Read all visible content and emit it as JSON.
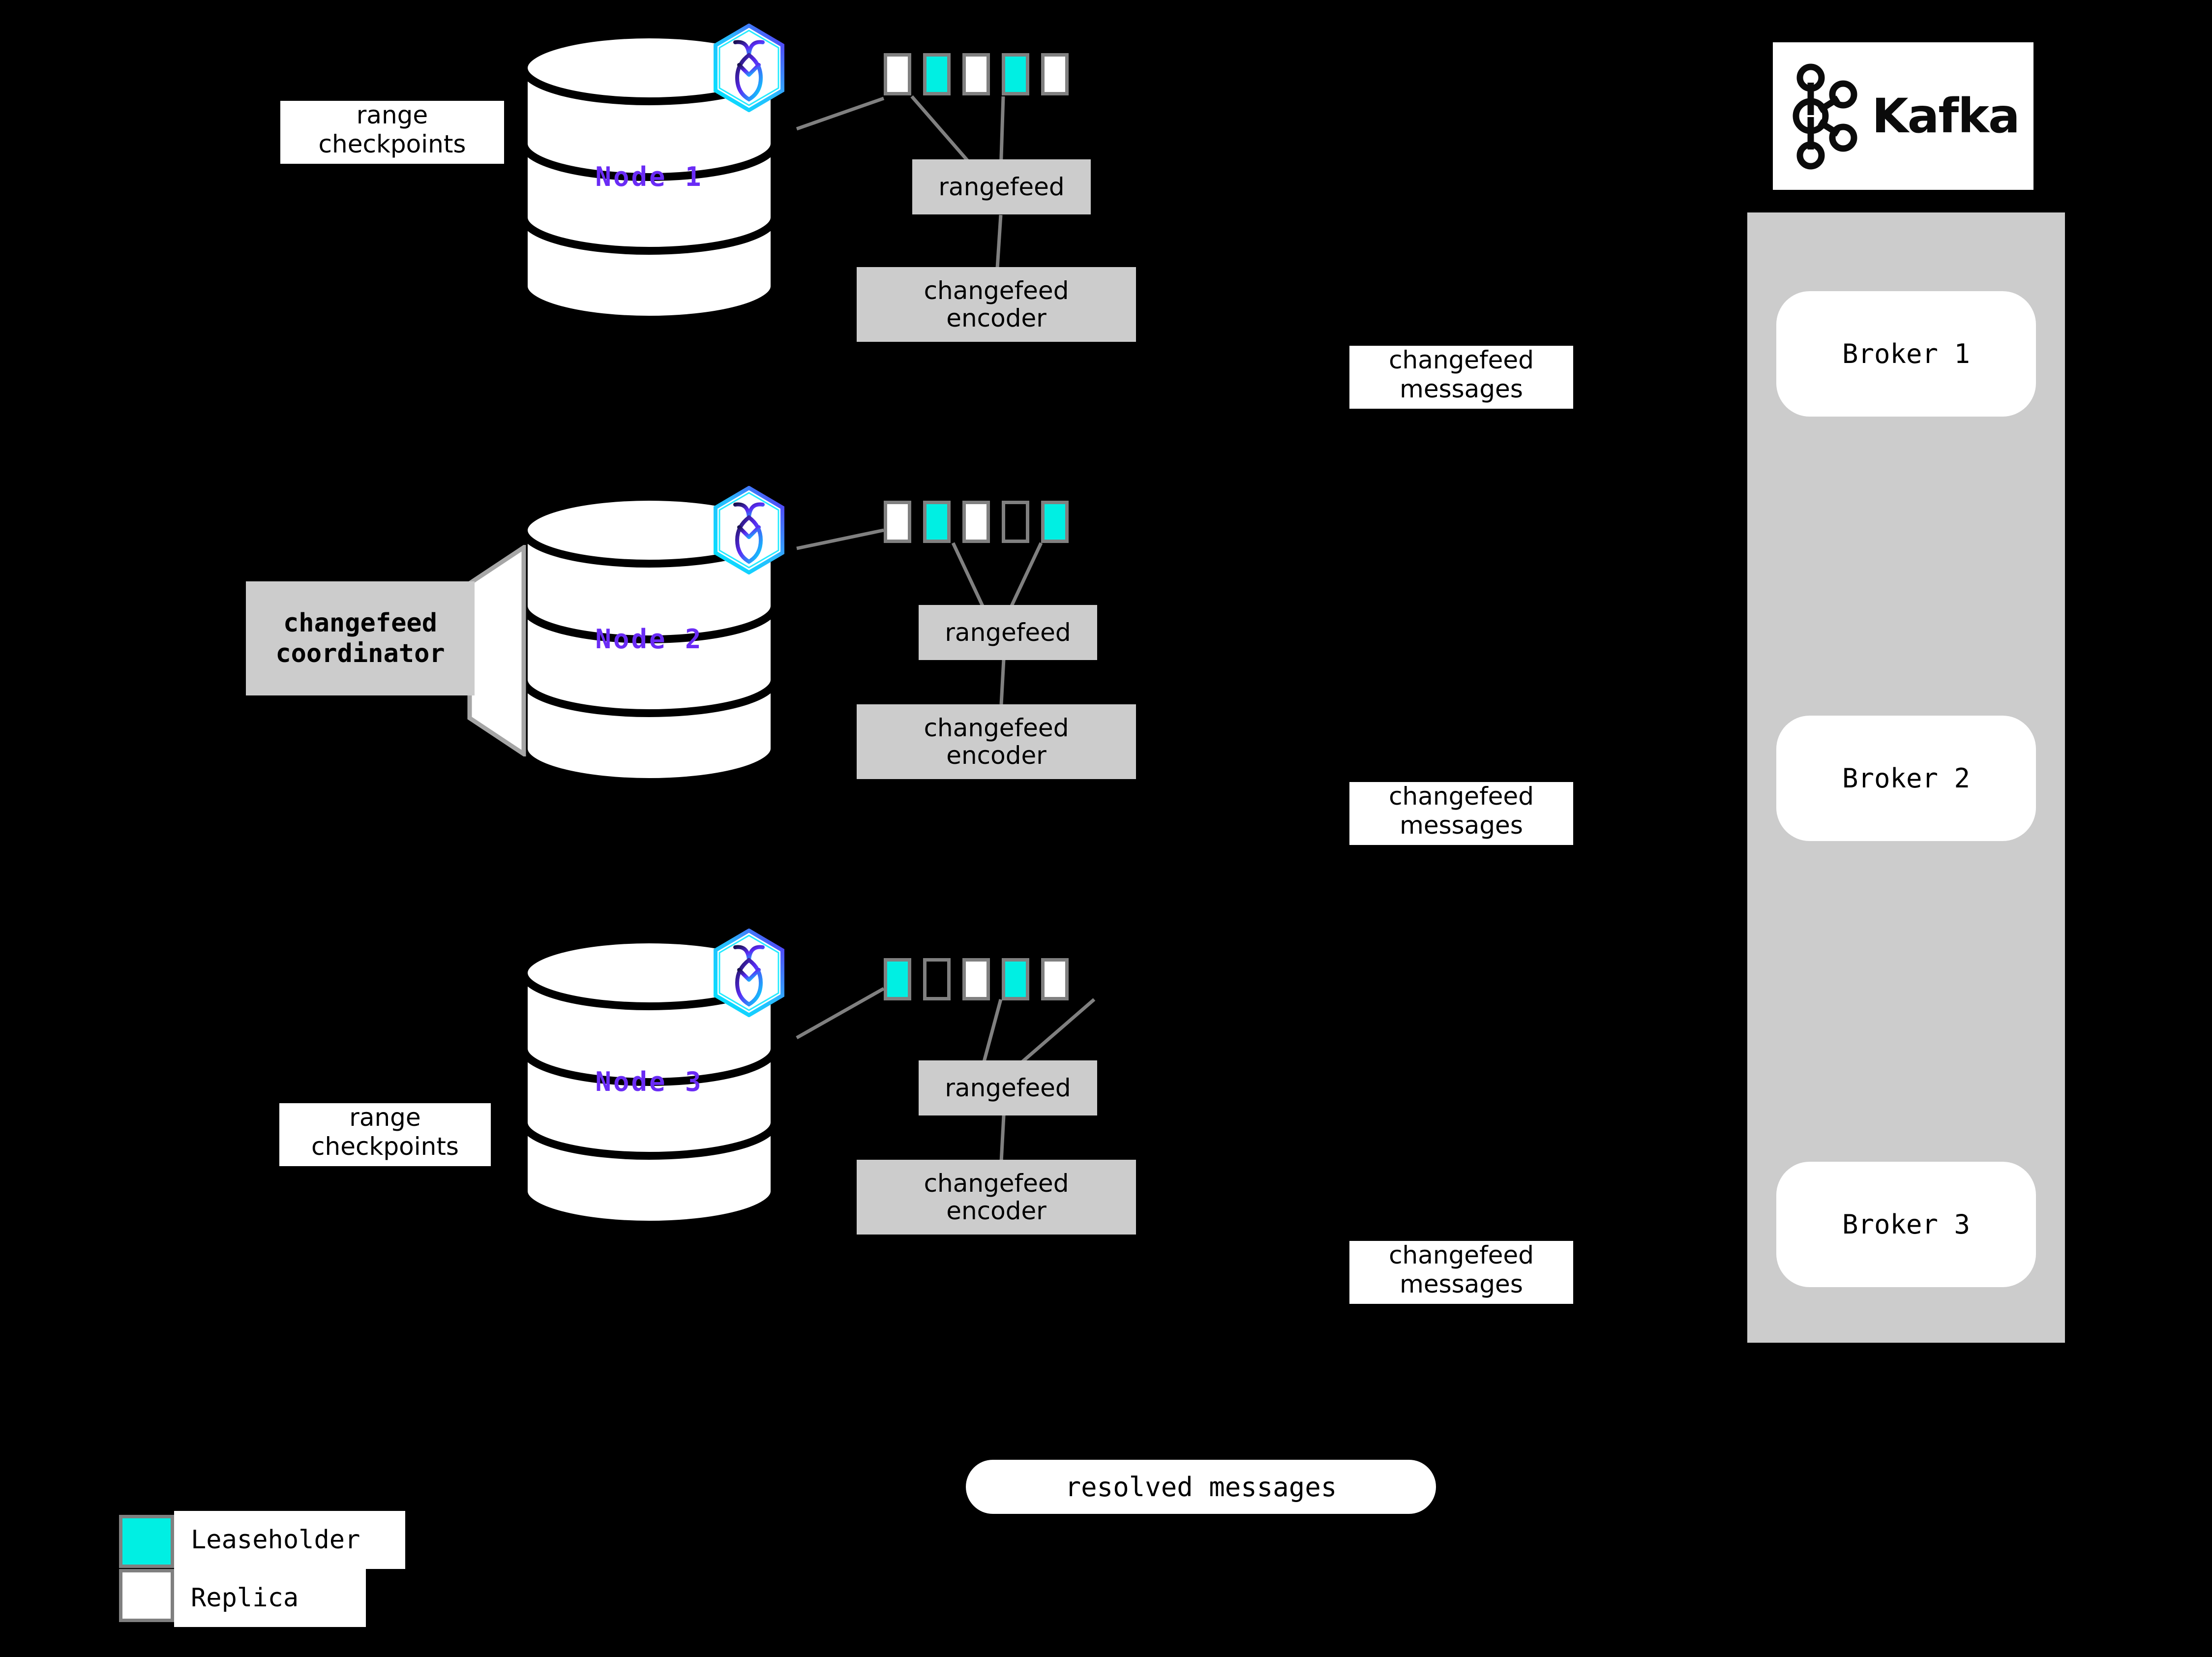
{
  "diagram": {
    "title": "CockroachDB changefeed to Kafka architecture",
    "background_color": "#000000",
    "accent_leaseholder_color": "#00EFE3",
    "accent_replica_color": "#FFFFFF",
    "process_box_color": "#CCCCCC",
    "node_label_color": "#6A2BF5"
  },
  "nodes": [
    {
      "id": "node1",
      "label": "Node 1",
      "logo_icon": "cockroachdb-hexagon-icon",
      "ranges": [
        {
          "kind": "replica"
        },
        {
          "kind": "leaseholder"
        },
        {
          "kind": "replica"
        },
        {
          "kind": "leaseholder"
        },
        {
          "kind": "replica"
        }
      ],
      "rangefeed_label": "rangefeed",
      "encoder_label_line1": "changefeed",
      "encoder_label_line2": "encoder",
      "checkpoint_label_line1": "range",
      "checkpoint_label_line2": "checkpoints",
      "has_checkpoint_label": true,
      "has_coordinator": false
    },
    {
      "id": "node2",
      "label": "Node 2",
      "logo_icon": "cockroachdb-hexagon-icon",
      "ranges": [
        {
          "kind": "replica"
        },
        {
          "kind": "leaseholder"
        },
        {
          "kind": "replica"
        },
        {
          "kind": "empty"
        },
        {
          "kind": "leaseholder"
        }
      ],
      "rangefeed_label": "rangefeed",
      "encoder_label_line1": "changefeed",
      "encoder_label_line2": "encoder",
      "has_checkpoint_label": false,
      "has_coordinator": true,
      "coordinator_label_line1": "changefeed",
      "coordinator_label_line2": "coordinator"
    },
    {
      "id": "node3",
      "label": "Node 3",
      "logo_icon": "cockroachdb-hexagon-icon",
      "ranges": [
        {
          "kind": "leaseholder"
        },
        {
          "kind": "empty"
        },
        {
          "kind": "replica"
        },
        {
          "kind": "leaseholder"
        },
        {
          "kind": "replica"
        }
      ],
      "rangefeed_label": "rangefeed",
      "encoder_label_line1": "changefeed",
      "encoder_label_line2": "encoder",
      "checkpoint_label_line1": "range",
      "checkpoint_label_line2": "checkpoints",
      "has_checkpoint_label": true,
      "has_coordinator": false
    }
  ],
  "message_labels": [
    {
      "line1": "changefeed",
      "line2": "messages"
    },
    {
      "line1": "changefeed",
      "line2": "messages"
    },
    {
      "line1": "changefeed",
      "line2": "messages"
    }
  ],
  "kafka": {
    "wordmark": "Kafka",
    "logo_icon": "kafka-nodes-icon",
    "brokers": [
      "Broker 1",
      "Broker 2",
      "Broker 3"
    ]
  },
  "resolved": {
    "label": "resolved messages"
  },
  "legend": {
    "items": [
      {
        "label": "Leaseholder",
        "color": "#00EFE3",
        "swatch_name": "leaseholder-swatch"
      },
      {
        "label": "Replica",
        "color": "#FFFFFF",
        "swatch_name": "replica-swatch"
      }
    ]
  }
}
